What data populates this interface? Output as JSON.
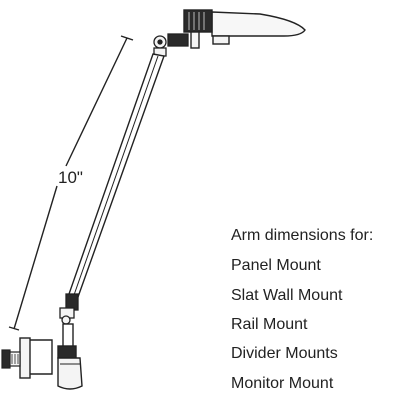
{
  "dimension": {
    "label": "10\""
  },
  "legend": {
    "heading": "Arm dimensions for:",
    "items": [
      "Panel Mount",
      "Slat Wall Mount",
      "Rail Mount",
      "Divider Mounts",
      "Monitor Mount"
    ]
  },
  "colors": {
    "ink": "#222222",
    "fill_dark": "#2a2a2a",
    "fill_light": "#f4f4f4"
  },
  "icons": [
    "lamp-head-icon",
    "articulated-arm-icon",
    "clamp-mount-icon",
    "tension-knob-icon"
  ]
}
